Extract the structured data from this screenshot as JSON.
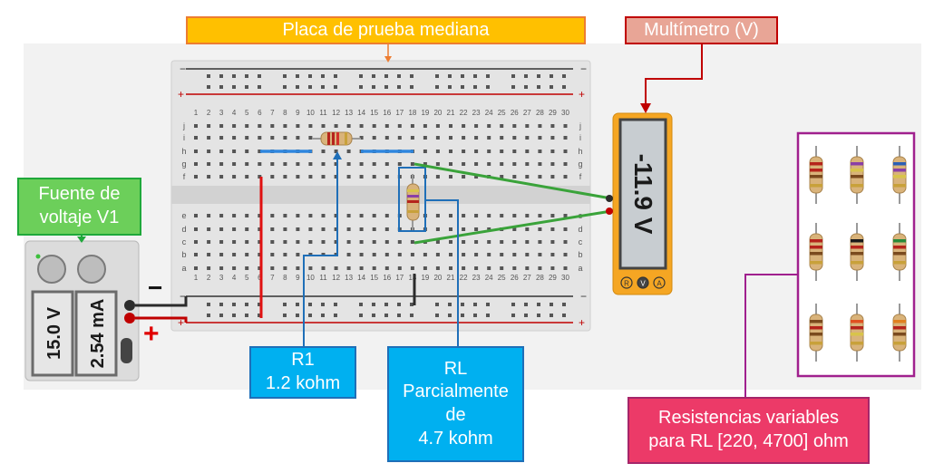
{
  "labels": {
    "breadboard": "Placa de prueba mediana",
    "multimeter": "Multímetro (V)",
    "power_supply": [
      "Fuente de",
      "voltaje V1"
    ],
    "r1": [
      "R1",
      "1.2 kohm"
    ],
    "rl": [
      "RL",
      "Parcialmente",
      "de",
      "4.7 kohm"
    ],
    "variable_resistors": [
      "Resistencias variables",
      "para RL [220, 4700] ohm"
    ]
  },
  "power_supply": {
    "voltage": "15.0 V",
    "current": "2.54 mA",
    "minus_sign": "−",
    "plus_sign": "+"
  },
  "multimeter": {
    "reading": "-11.9 V",
    "buttons": [
      "R",
      "V",
      "A"
    ]
  },
  "breadboard": {
    "column_numbers": [
      "1",
      "2",
      "3",
      "4",
      "5",
      "6",
      "7",
      "8",
      "9",
      "10",
      "11",
      "12",
      "13",
      "14",
      "15",
      "16",
      "17",
      "18",
      "19",
      "20",
      "21",
      "22",
      "23",
      "24",
      "25",
      "26",
      "27",
      "28",
      "29",
      "30"
    ],
    "rows_top": [
      "j",
      "i",
      "h",
      "g",
      "f"
    ],
    "rows_bottom": [
      "e",
      "d",
      "c",
      "b",
      "a"
    ],
    "rail_minus": "−",
    "rail_plus": "+"
  },
  "colors": {
    "callout_yellow": "#ffc000",
    "callout_salmon": "#e8a596",
    "callout_green": "#6ccf5a",
    "callout_blue": "#00b0f0",
    "callout_pink": "#ec3a68",
    "multimeter_body": "#f5a623",
    "rail_red": "#c00000",
    "wire_green": "#3aa33a",
    "wire_blue": "#1f6fb8",
    "jumper_blue": "#2e86de",
    "frame_purple": "#a0208e"
  }
}
